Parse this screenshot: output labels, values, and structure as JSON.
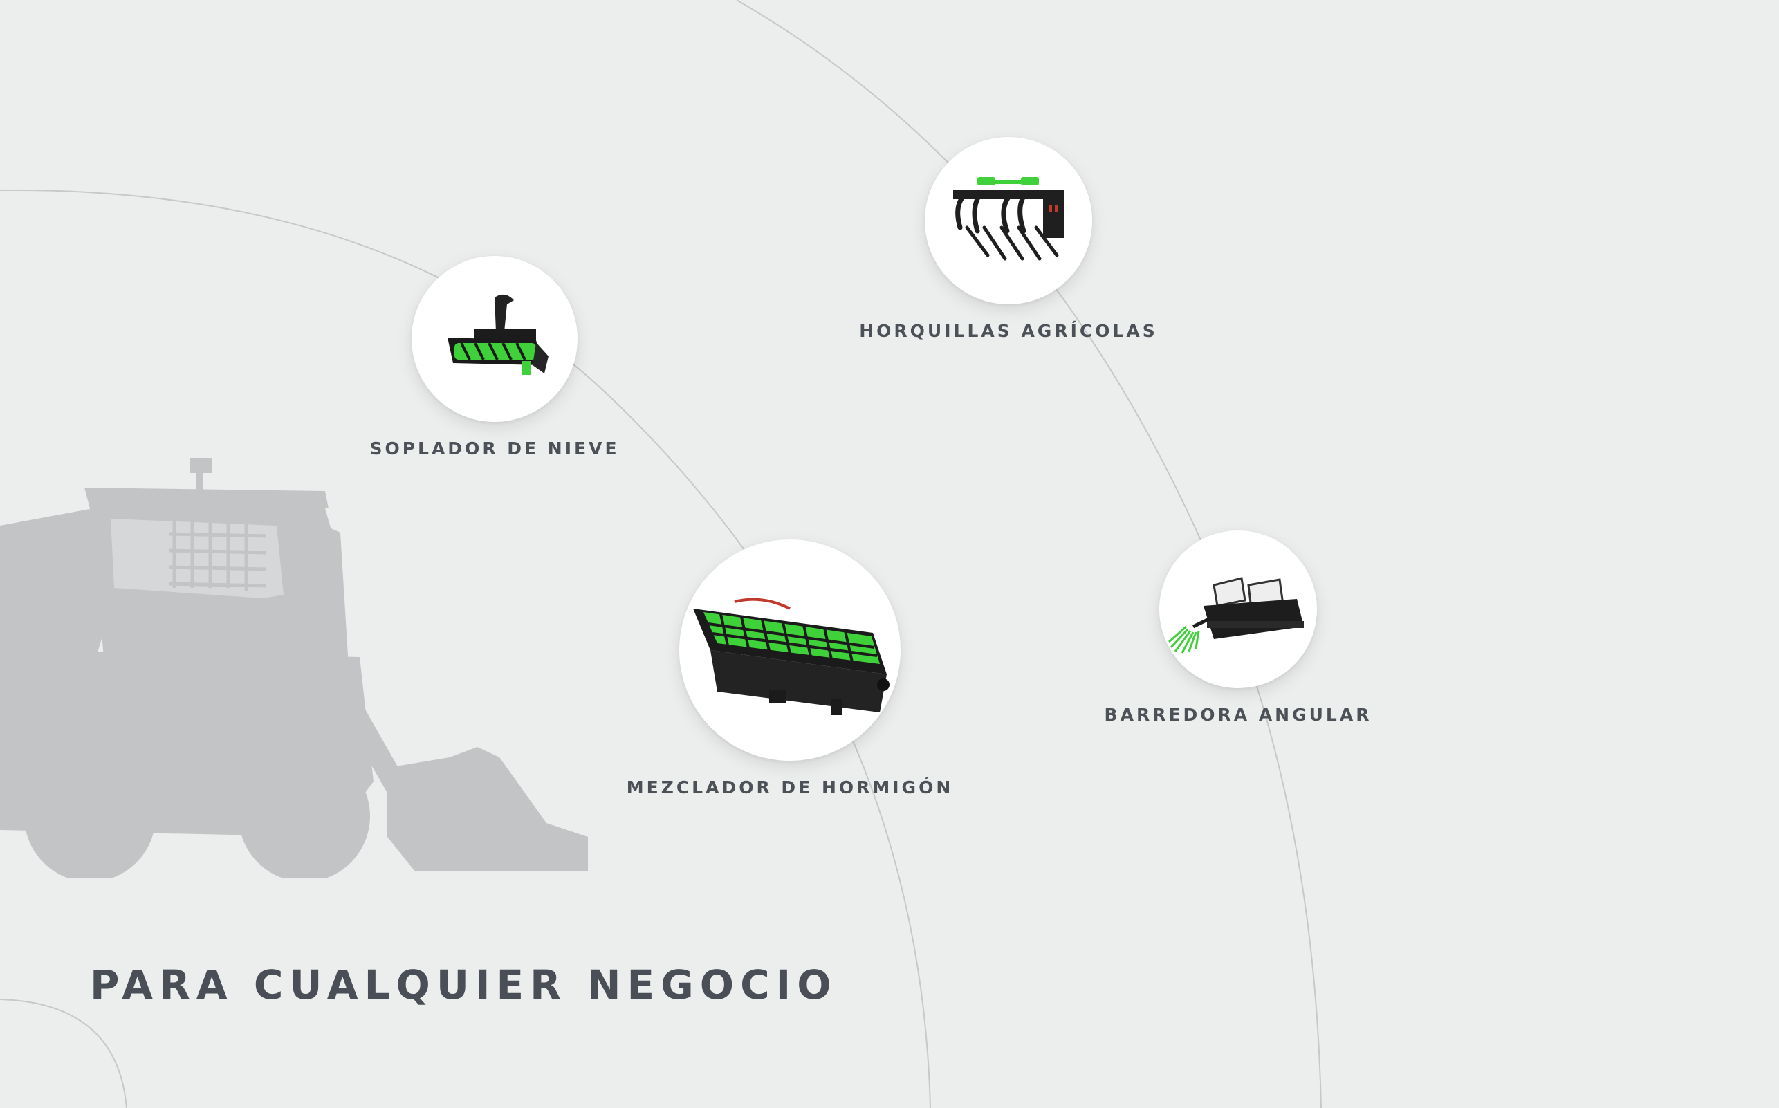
{
  "headline": "PARA CUALQUIER NEGOCIO",
  "colors": {
    "accent": "#3fd13a",
    "text": "#4c5158",
    "background": "#eceeed",
    "silhouette": "#c3c4c6"
  },
  "products": [
    {
      "label": "SOPLADOR DE NIEVE",
      "icon": "snow-blower-icon"
    },
    {
      "label": "HORQUILLAS AGRÍCOLAS",
      "icon": "grapple-fork-icon"
    },
    {
      "label": "MEZCLADOR DE HORMIGÓN",
      "icon": "concrete-mixer-icon"
    },
    {
      "label": "BARREDORA ANGULAR",
      "icon": "angle-broom-icon"
    }
  ]
}
